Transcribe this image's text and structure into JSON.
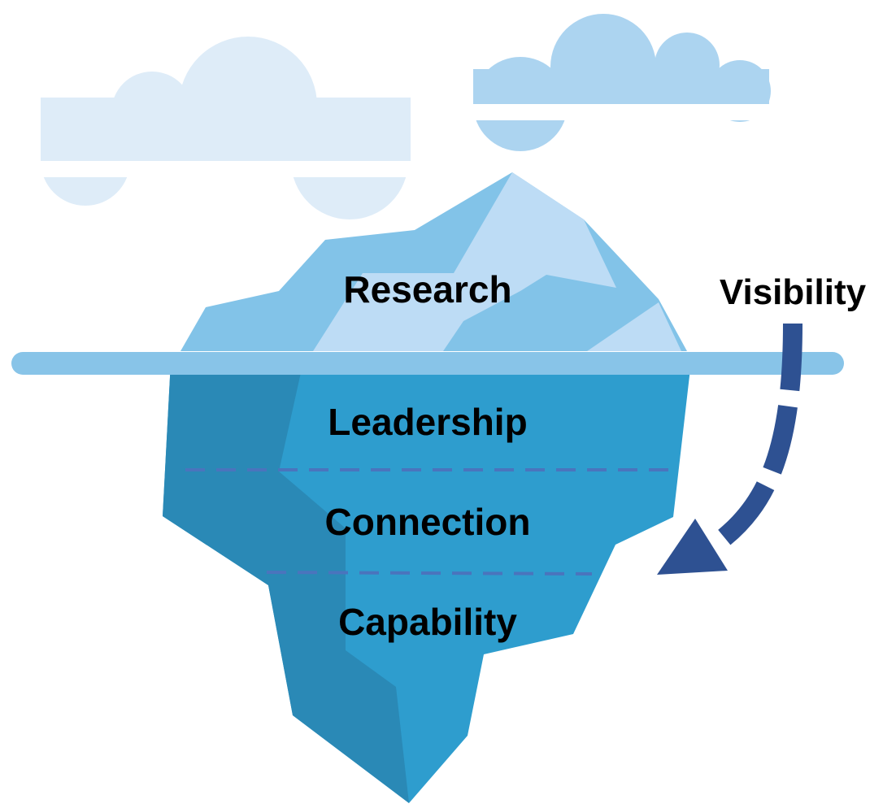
{
  "diagram": {
    "above_water_label": "Research",
    "below_water_labels": [
      "Leadership",
      "Connection",
      "Capability"
    ],
    "side_label": "Visibility"
  },
  "colors": {
    "cloud_left": "#deecf8",
    "cloud_right": "#acd4f0",
    "ice_tip_light": "#bddcf5",
    "ice_tip_mid": "#82c3e8",
    "waterline": "#88c4e8",
    "ice_submerged_dark": "#2a89b6",
    "ice_submerged_main": "#2e9dce",
    "dashed_divider": "#4a74bd",
    "arrow": "#2e5192",
    "label_text": "#000000"
  }
}
